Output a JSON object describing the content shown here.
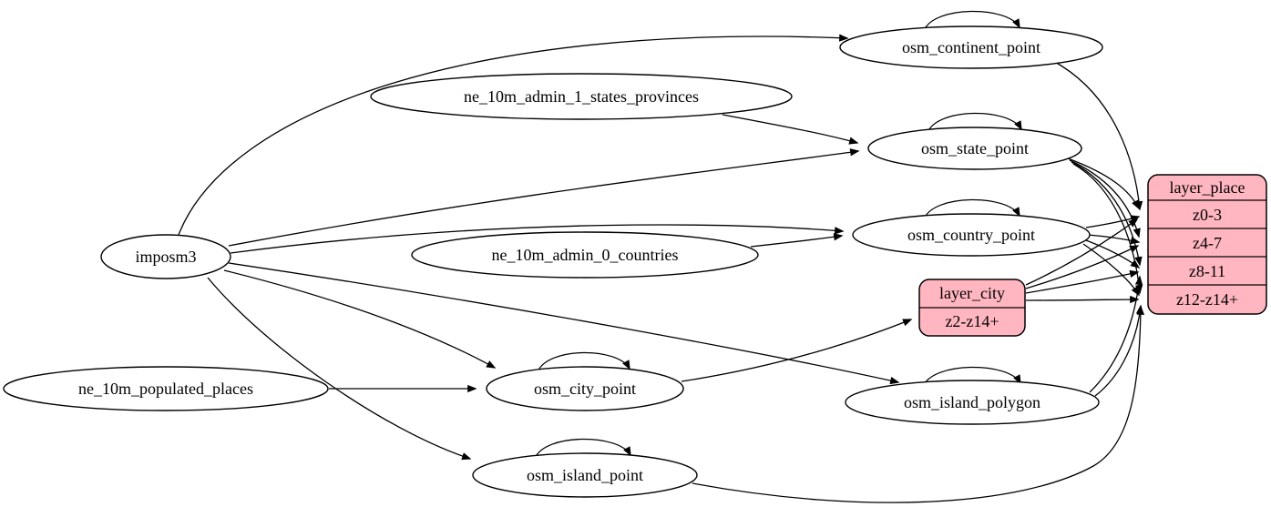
{
  "diagram": {
    "kind": "etl-dependency-graph",
    "colors": {
      "record_fill": "#ffb6c1",
      "ellipse_fill": "#ffffff",
      "edge_stroke": "#000000",
      "text": "#000000",
      "background": "#ffffff"
    },
    "nodes": {
      "imposm3": {
        "label": "imposm3"
      },
      "ne_10m_admin_1_states_provinces": {
        "label": "ne_10m_admin_1_states_provinces"
      },
      "ne_10m_admin_0_countries": {
        "label": "ne_10m_admin_0_countries"
      },
      "ne_10m_populated_places": {
        "label": "ne_10m_populated_places"
      },
      "osm_continent_point": {
        "label": "osm_continent_point"
      },
      "osm_state_point": {
        "label": "osm_state_point"
      },
      "osm_country_point": {
        "label": "osm_country_point"
      },
      "osm_city_point": {
        "label": "osm_city_point"
      },
      "osm_island_polygon": {
        "label": "osm_island_polygon"
      },
      "osm_island_point": {
        "label": "osm_island_point"
      }
    },
    "records": {
      "layer_place": {
        "title": "layer_place",
        "rows": [
          "z0-3",
          "z4-7",
          "z8-11",
          "z12-z14+"
        ]
      },
      "layer_city": {
        "title": "layer_city",
        "rows": [
          "z2-z14+"
        ]
      }
    },
    "edges": [
      {
        "from": "imposm3",
        "to": "osm_continent_point"
      },
      {
        "from": "imposm3",
        "to": "osm_state_point"
      },
      {
        "from": "imposm3",
        "to": "osm_country_point"
      },
      {
        "from": "imposm3",
        "to": "osm_city_point"
      },
      {
        "from": "imposm3",
        "to": "osm_island_polygon"
      },
      {
        "from": "imposm3",
        "to": "osm_island_point"
      },
      {
        "from": "ne_10m_admin_1_states_provinces",
        "to": "osm_state_point"
      },
      {
        "from": "ne_10m_admin_0_countries",
        "to": "osm_country_point"
      },
      {
        "from": "ne_10m_populated_places",
        "to": "osm_city_point"
      },
      {
        "from": "osm_continent_point",
        "to": "osm_continent_point"
      },
      {
        "from": "osm_state_point",
        "to": "osm_state_point"
      },
      {
        "from": "osm_country_point",
        "to": "osm_country_point"
      },
      {
        "from": "osm_city_point",
        "to": "osm_city_point"
      },
      {
        "from": "osm_island_polygon",
        "to": "osm_island_polygon"
      },
      {
        "from": "osm_island_point",
        "to": "osm_island_point"
      },
      {
        "from": "osm_continent_point",
        "to": "layer_place:z0-3"
      },
      {
        "from": "osm_state_point",
        "to": "layer_place:z0-3"
      },
      {
        "from": "osm_state_point",
        "to": "layer_place:z4-7"
      },
      {
        "from": "osm_state_point",
        "to": "layer_place:z8-11"
      },
      {
        "from": "osm_state_point",
        "to": "layer_place:z12-z14+"
      },
      {
        "from": "osm_country_point",
        "to": "layer_place:z0-3"
      },
      {
        "from": "osm_country_point",
        "to": "layer_place:z4-7"
      },
      {
        "from": "osm_country_point",
        "to": "layer_place:z8-11"
      },
      {
        "from": "osm_country_point",
        "to": "layer_place:z12-z14+"
      },
      {
        "from": "osm_island_polygon",
        "to": "layer_place:z8-11"
      },
      {
        "from": "osm_island_polygon",
        "to": "layer_place:z12-z14+"
      },
      {
        "from": "osm_island_point",
        "to": "layer_place:z12-z14+"
      },
      {
        "from": "osm_city_point",
        "to": "layer_city:z2-z14+"
      },
      {
        "from": "layer_city",
        "to": "layer_place:z0-3"
      },
      {
        "from": "layer_city",
        "to": "layer_place:z4-7"
      },
      {
        "from": "layer_city",
        "to": "layer_place:z8-11"
      },
      {
        "from": "layer_city",
        "to": "layer_place:z12-z14+"
      }
    ]
  }
}
